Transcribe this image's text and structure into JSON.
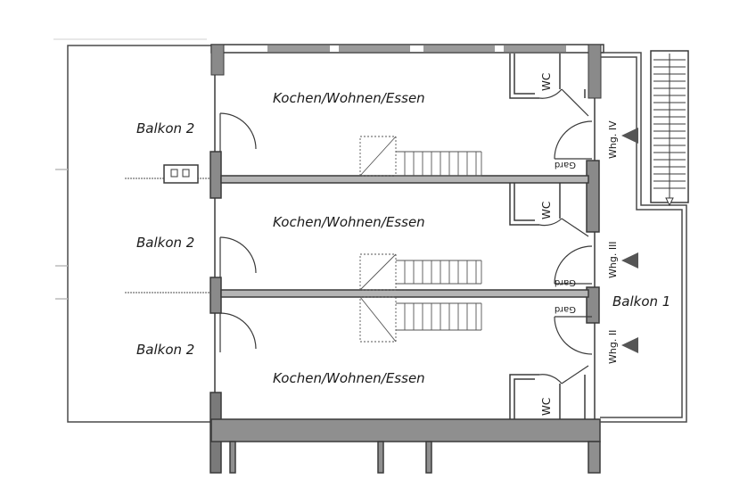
{
  "labels": {
    "kitchen_top": "Kochen/Wohnen/Essen",
    "kitchen_mid": "Kochen/Wohnen/Essen",
    "kitchen_bottom": "Kochen/Wohnen/Essen",
    "balcony2_top": "Balkon 2",
    "balcony2_mid": "Balkon 2",
    "balcony2_bottom": "Balkon 2",
    "balcony1": "Balkon 1",
    "wc_top": "WC",
    "wc_mid": "WC",
    "wc_bottom": "WC",
    "gard_1": "Gard",
    "gard_2": "Gard",
    "gard_3": "Gard",
    "whg_iv": "Whg. IV",
    "whg_iii": "Whg. III",
    "whg_ii": "Whg. II"
  },
  "colors": {
    "line": "#3a3a3a",
    "wall_fill": "#8a8a8a",
    "light": "#9a9a9a"
  }
}
